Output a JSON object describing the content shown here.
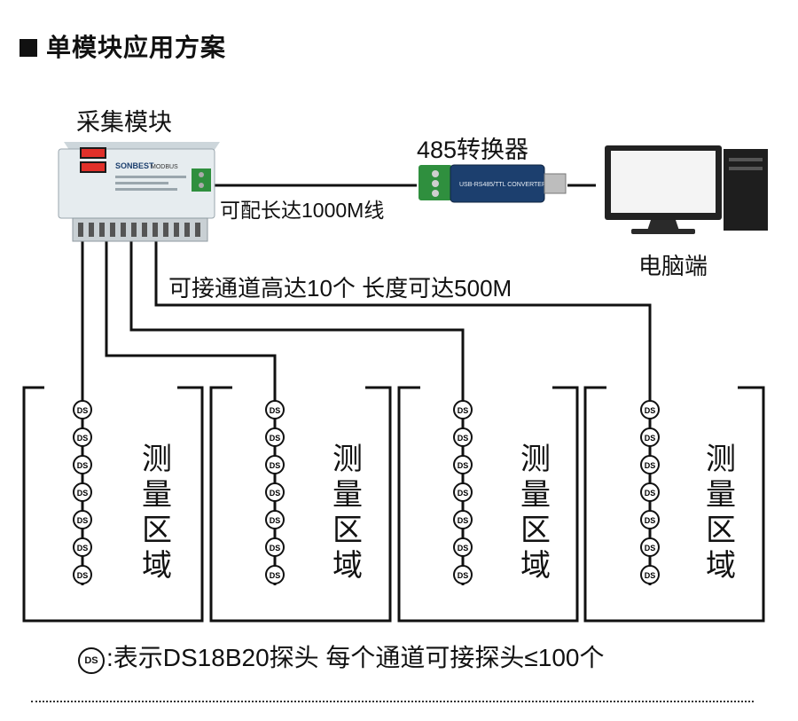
{
  "title": "单模块应用方案",
  "module_label": "采集模块",
  "module_brand": "SONBEST",
  "module_text": "MODBUS",
  "converter_label": "485转换器",
  "converter_text": "USB-RS485/TTL CONVERTER",
  "cable_label": "可配长达1000M线",
  "pc_label": "电脑端",
  "channel_label": "可接通道高达10个  长度可达500M",
  "zone_label": [
    "测",
    "量",
    "区",
    "域"
  ],
  "probe_label": "DS",
  "footnote": ":表示DS18B20探头 每个通道可接探头≤100个",
  "colors": {
    "module_body": "#e6ecef",
    "display_red": "#e0302a",
    "terminal_green": "#2f8f3e",
    "converter_blue": "#1c3f6e",
    "pc_frame": "#222222"
  }
}
